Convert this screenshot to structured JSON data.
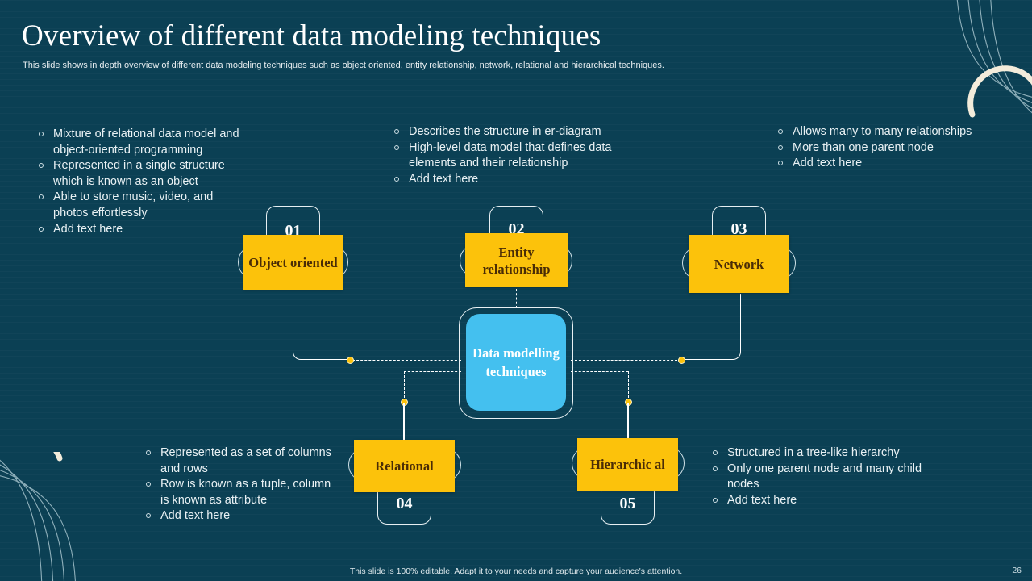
{
  "slide": {
    "title": "Overview of different data modeling techniques",
    "subtitle": "This slide shows in depth overview of different data modeling techniques such as object oriented, entity relationship, network, relational and hierarchical techniques.",
    "footer_note": "This slide is 100% editable. Adapt it to your needs and capture your audience's attention.",
    "page_number": "26"
  },
  "colors": {
    "background": "#0b4054",
    "accent_yellow": "#fcc20b",
    "hub_blue": "#44c0ef",
    "text_light": "#e9f1f4",
    "chip_text": "#4a2c06",
    "line_white": "#ffffff"
  },
  "hub": {
    "label": "Data modelling techniques"
  },
  "nodes": [
    {
      "number": "01",
      "label": "Object oriented",
      "number_position": "top"
    },
    {
      "number": "02",
      "label": "Entity relationship",
      "number_position": "top"
    },
    {
      "number": "03",
      "label": "Network",
      "number_position": "top"
    },
    {
      "number": "04",
      "label": "Relational",
      "number_position": "bottom"
    },
    {
      "number": "05",
      "label": "Hierarchic al",
      "number_position": "bottom"
    }
  ],
  "bullet_groups": {
    "object_oriented": [
      "Mixture of relational data model and object-oriented programming",
      "Represented in a single structure which is known as an object",
      "Able to store music, video, and photos effortlessly",
      "Add text here"
    ],
    "entity_relationship": [
      "Describes the structure in er-diagram",
      "High-level data model that defines data elements and their relationship",
      "Add text here"
    ],
    "network": [
      "Allows many to many relationships",
      "More than one parent node",
      "Add text here"
    ],
    "relational": [
      "Represented as a set of columns and rows",
      "Row is known as a tuple, column is known as attribute",
      "Add text here"
    ],
    "hierarchical": [
      "Structured in a tree-like hierarchy",
      "Only one parent node and many child nodes",
      "Add text here"
    ]
  }
}
